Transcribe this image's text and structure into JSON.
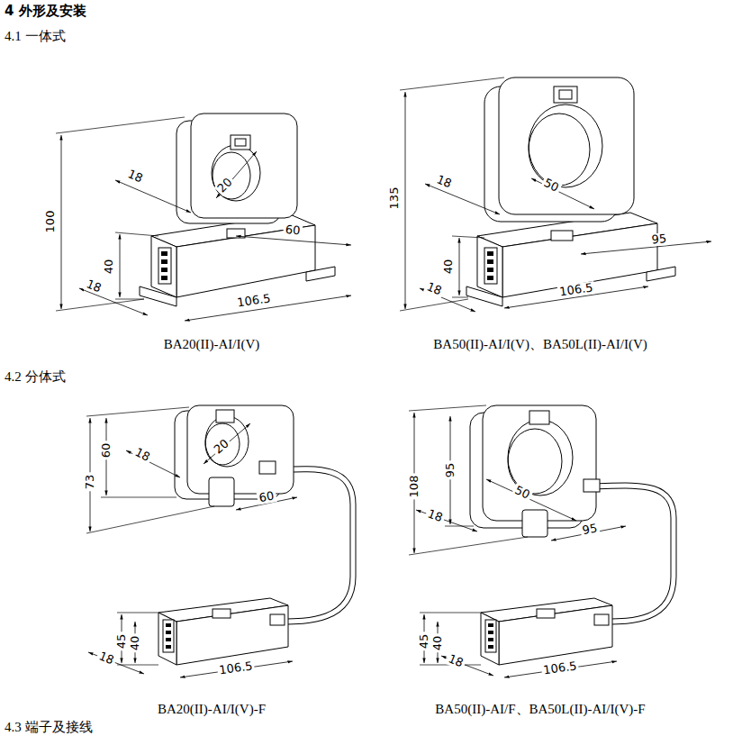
{
  "diagram": {
    "title": "4 外形及安装",
    "labels": [
      "4.1 一体式",
      "100",
      "18",
      "20",
      "60",
      "40",
      "18",
      "106.5",
      "BA20(II)-AI/I(V)",
      "135",
      "18",
      "50",
      "95",
      "40",
      "18",
      "106.5",
      "BA50(II)-AI/I(V)、BA50L(II)-AI/I(V)",
      "4.2 分体式",
      "60",
      "73",
      "18",
      "20",
      "60",
      "45",
      "40",
      "18",
      "106.5",
      "BA20(II)-AI/I(V)-F",
      "108",
      "95",
      "50",
      "18",
      "95",
      "45",
      "40",
      "18",
      "106.5",
      "BA50(II)-AI/F、BA50L(II)-AI/I(V)-F",
      "4.3 端子及接线"
    ]
  }
}
